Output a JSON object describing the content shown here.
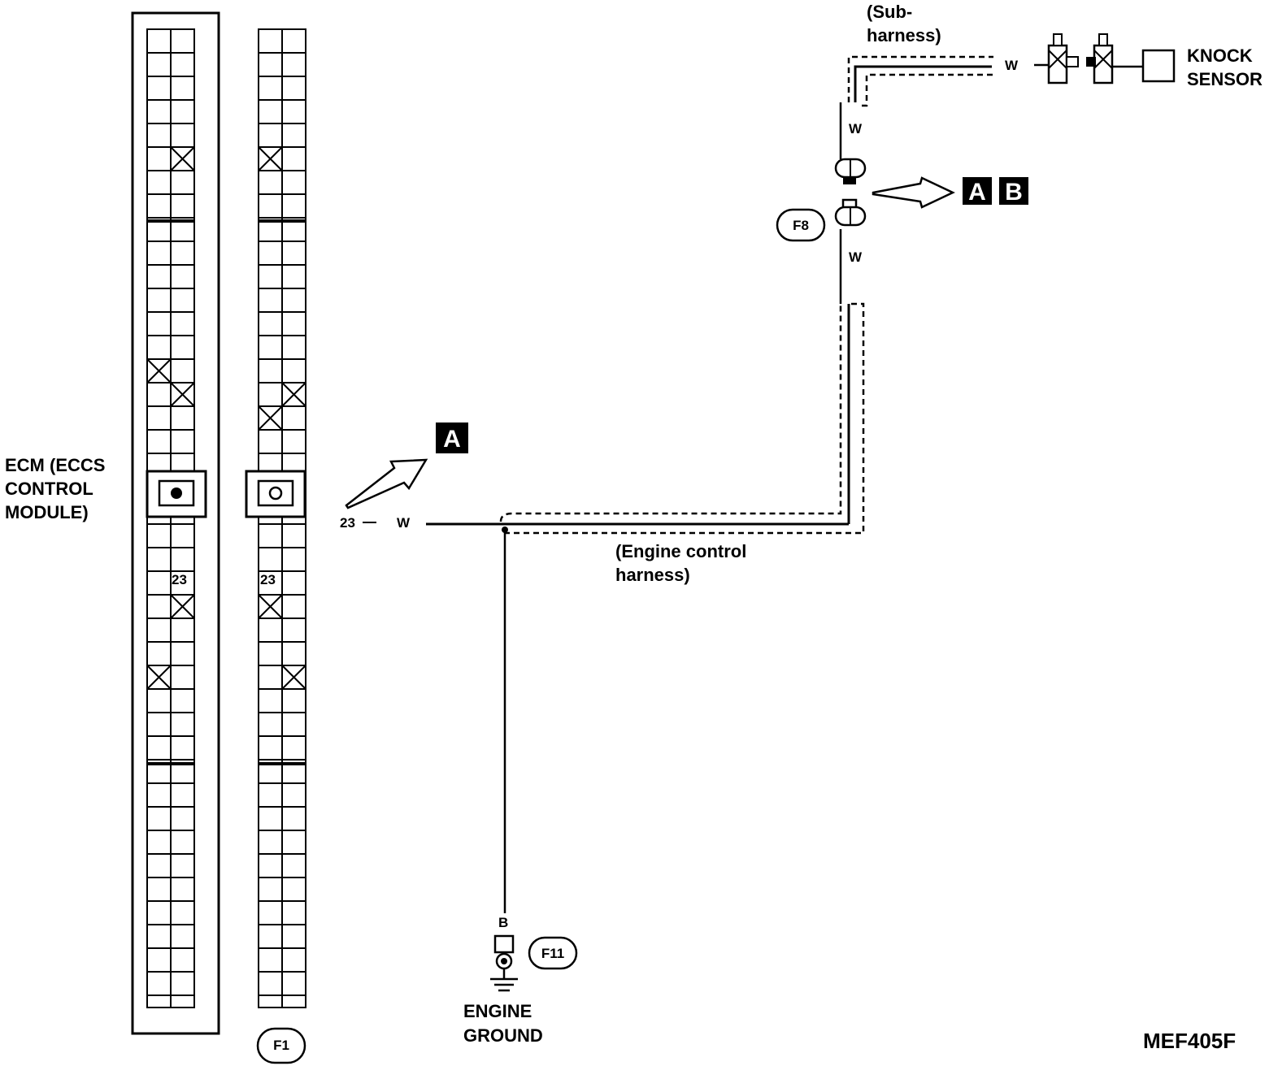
{
  "labels": {
    "ecm_line1": "ECM (ECCS",
    "ecm_line2": "CONTROL",
    "ecm_line3": "MODULE)",
    "knock_line1": "KNOCK",
    "knock_line2": "SENSOR",
    "sub_line1": "(Sub-",
    "sub_line2": "harness)",
    "eng_line1": "(Engine control",
    "eng_line2": "harness)",
    "ground_line1": "ENGINE",
    "ground_line2": "GROUND",
    "figure_code": "MEF405F"
  },
  "connectors": {
    "f1": "F1",
    "f8": "F8",
    "f11": "F11"
  },
  "terminals": {
    "ecm_pin": "23",
    "f1_pin": "23",
    "wire_pin": "23"
  },
  "wire_colors": {
    "main": "W",
    "vertical_upper": "W",
    "vertical_lower": "W",
    "sub": "W",
    "ground": "B"
  },
  "refs": {
    "a_single": "A",
    "a_pair": "A",
    "b_pair": "B"
  },
  "colors": {
    "line": "#000000",
    "background": "#ffffff"
  }
}
